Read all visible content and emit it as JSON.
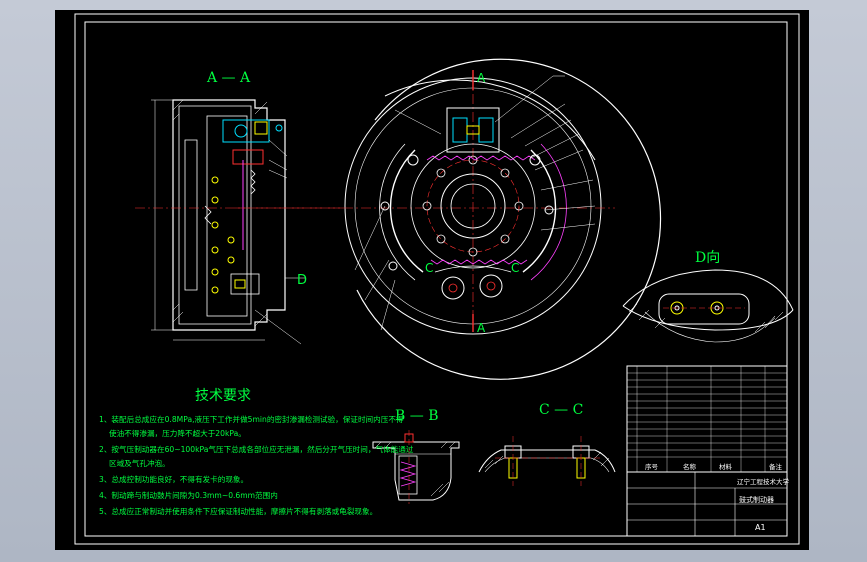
{
  "colors": {
    "background": "#000000",
    "frame": "#ffffff",
    "outline": "#ffffff",
    "section_title": "#00ff40",
    "centerline": "#ff3030",
    "leader": "#ffffff",
    "spring": "#ff40ff",
    "hatch": "#ffffff",
    "requirements_text": "#00ff40",
    "accent_cyan": "#00e0ff",
    "accent_yellow": "#ffff00",
    "accent_blue": "#4080ff"
  },
  "views": {
    "aa_title": "A — A",
    "bb_title": "B — B",
    "cc_title": "C — C",
    "d_title": "D向",
    "a_marker_top": "A",
    "a_marker_bottom": "A",
    "d_marker": "D",
    "c_marker_left": "C",
    "c_marker_right": "C"
  },
  "requirements": {
    "title": "技术要求",
    "items": [
      "1、装配后总成应在0.8MPa,液压下工作并做5min的密封渗漏检测试验，保证时间内压不得",
      "使油不得渗漏，压力降不超大于20kPa。",
      "2、按气压制动器在60~100kPa气压下总成各部位应无泄漏，然后分开气压时间，气体能通过",
      "区域及气孔冲泡。",
      "3、总成控制功能良好，不得有发卡的现象。",
      "4、制动蹄与制动鼓片间隙为0.3mm~0.6mm范围内",
      "5、总成应正常制动并使用条件下应保证制动性能，摩擦片不得有剥落或龟裂现象。"
    ]
  },
  "title_block": {
    "school": "辽宁工程技术大学",
    "part_name": "鼓式制动器",
    "sheet_size": "A1",
    "col_seq": "序号",
    "col_name": "名称",
    "col_material": "材料",
    "col_note": "备注"
  }
}
